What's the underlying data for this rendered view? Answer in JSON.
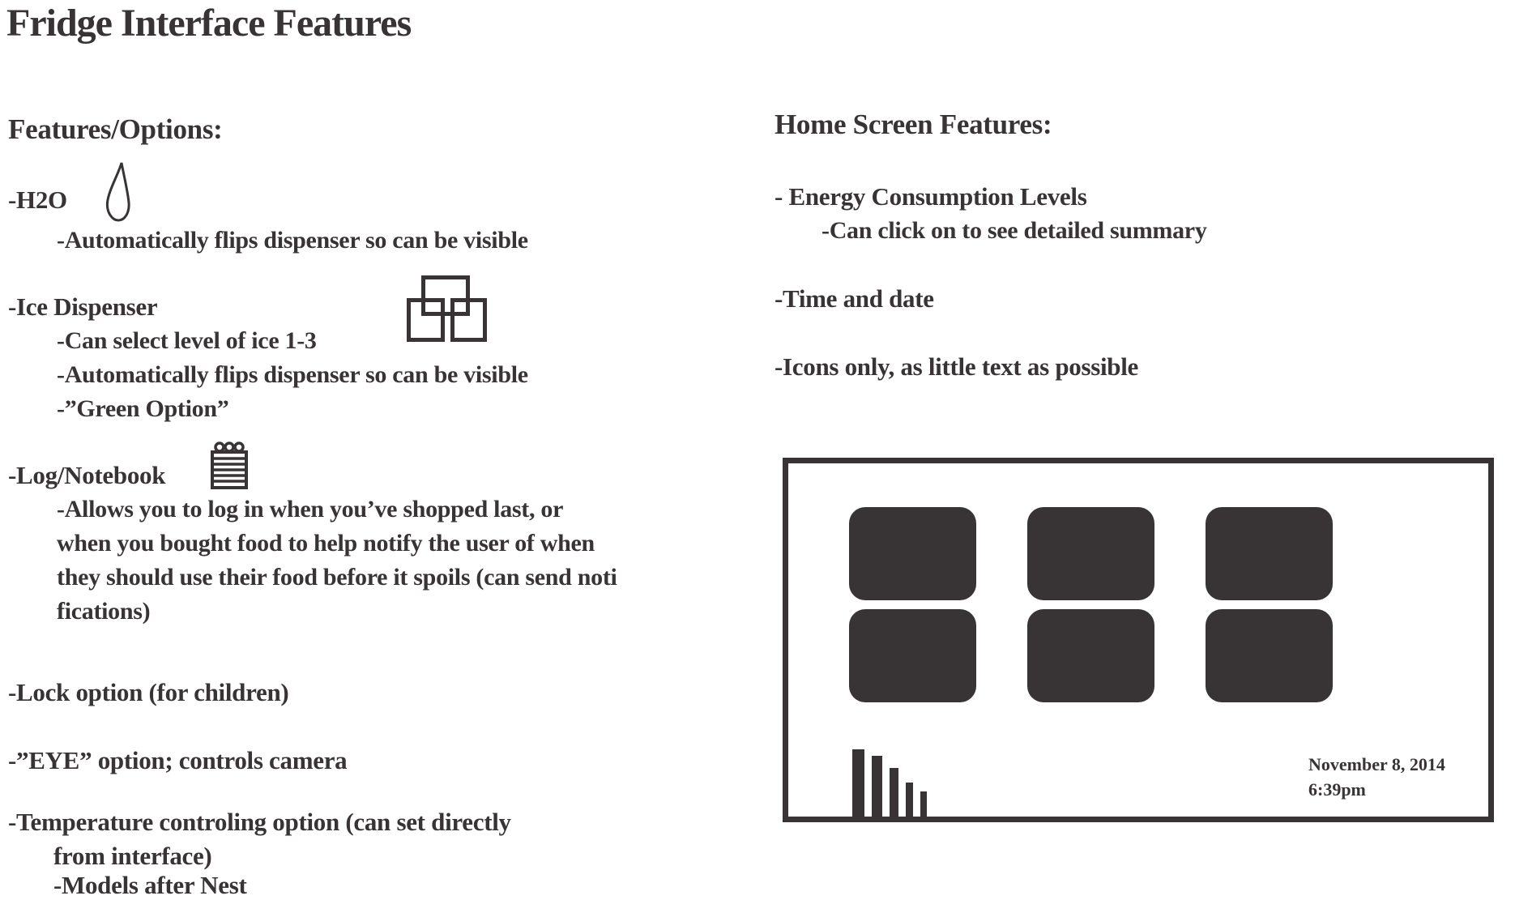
{
  "title": "Fridge Interface Features",
  "colors": {
    "ink": "#383436",
    "background": "#ffffff"
  },
  "features": {
    "heading": "Features/Options:",
    "h2o": {
      "label": "-H2O",
      "icon": "water-drop",
      "sub1": "-Automatically flips dispenser so can be visible"
    },
    "ice": {
      "label": "-Ice Dispenser",
      "icon": "ice-cubes",
      "sub1": "-Can select level of ice 1-3",
      "sub2": "-Automatically flips dispenser so can be visible",
      "sub3": "-”Green Option”"
    },
    "log": {
      "label": "-Log/Notebook",
      "icon": "notepad",
      "line1": "-Allows you to log in when you’ve shopped last, or",
      "line2": "when you bought food to help notify the user of when",
      "line3": "they should use their food before it spoils (can send noti",
      "line4": "fications)"
    },
    "lock": {
      "label": "-Lock option (for children)"
    },
    "eye": {
      "label": "-”EYE” option; controls camera"
    },
    "temperature": {
      "label": "-Temperature controling option (can set directly",
      "cont": "from interface)",
      "sub1": "-Models after Nest"
    }
  },
  "home_screen": {
    "heading": "Home Screen Features:",
    "energy": {
      "label": "- Energy Consumption Levels",
      "sub1": "-Can click on to see detailed summary"
    },
    "time_date": {
      "label": "-Time and date"
    },
    "icons_only": {
      "label": "-Icons only, as little text as possible"
    }
  },
  "wireframe": {
    "app_tiles": 6,
    "energy_bars": [
      {
        "w": 15,
        "h": 83
      },
      {
        "w": 13,
        "h": 75
      },
      {
        "w": 11,
        "h": 60
      },
      {
        "w": 9,
        "h": 42
      },
      {
        "w": 8,
        "h": 31
      }
    ],
    "date": "November 8, 2014",
    "time": "6:39pm"
  }
}
